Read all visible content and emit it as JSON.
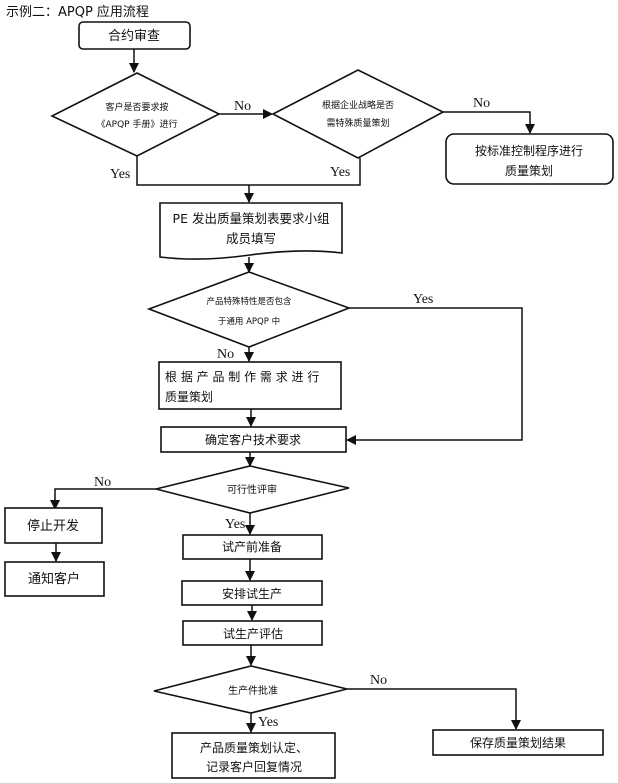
{
  "title": "示例二：APQP 应用流程",
  "nodes": {
    "contract_review": "合约审查",
    "d_customer_q1": "客户是否要求按",
    "d_customer_q2": "《APQP 手册》进行",
    "d_strategy_q1": "根据企业战略是否",
    "d_strategy_q2": "需特殊质量策划",
    "standard_proc_1": "按标准控制程序进行",
    "standard_proc_2": "质量策划",
    "pe_issue_1": "PE 发出质量策划表要求小组",
    "pe_issue_2": "成员填写",
    "d_special_q1": "产品特殊特性是否包含",
    "d_special_q2": "于通用 APQP 中",
    "plan_by_req_1": "根 据 产 品 制 作 需 求 进 行",
    "plan_by_req_2": "质量策划",
    "confirm_tech": "确定客户技术要求",
    "d_feasibility": "可行性评审",
    "stop_dev": "停止开发",
    "notify_customer": "通知客户",
    "pre_trial_prep": "试产前准备",
    "arrange_trial": "安排试生产",
    "trial_eval": "试生产评估",
    "d_part_approval": "生产件批准",
    "final_1": "产品质量策划认定、",
    "final_2": "记录客户回复情况",
    "save_result": "保存质量策划结果"
  },
  "labels": {
    "yes": "Yes",
    "no": "No"
  }
}
